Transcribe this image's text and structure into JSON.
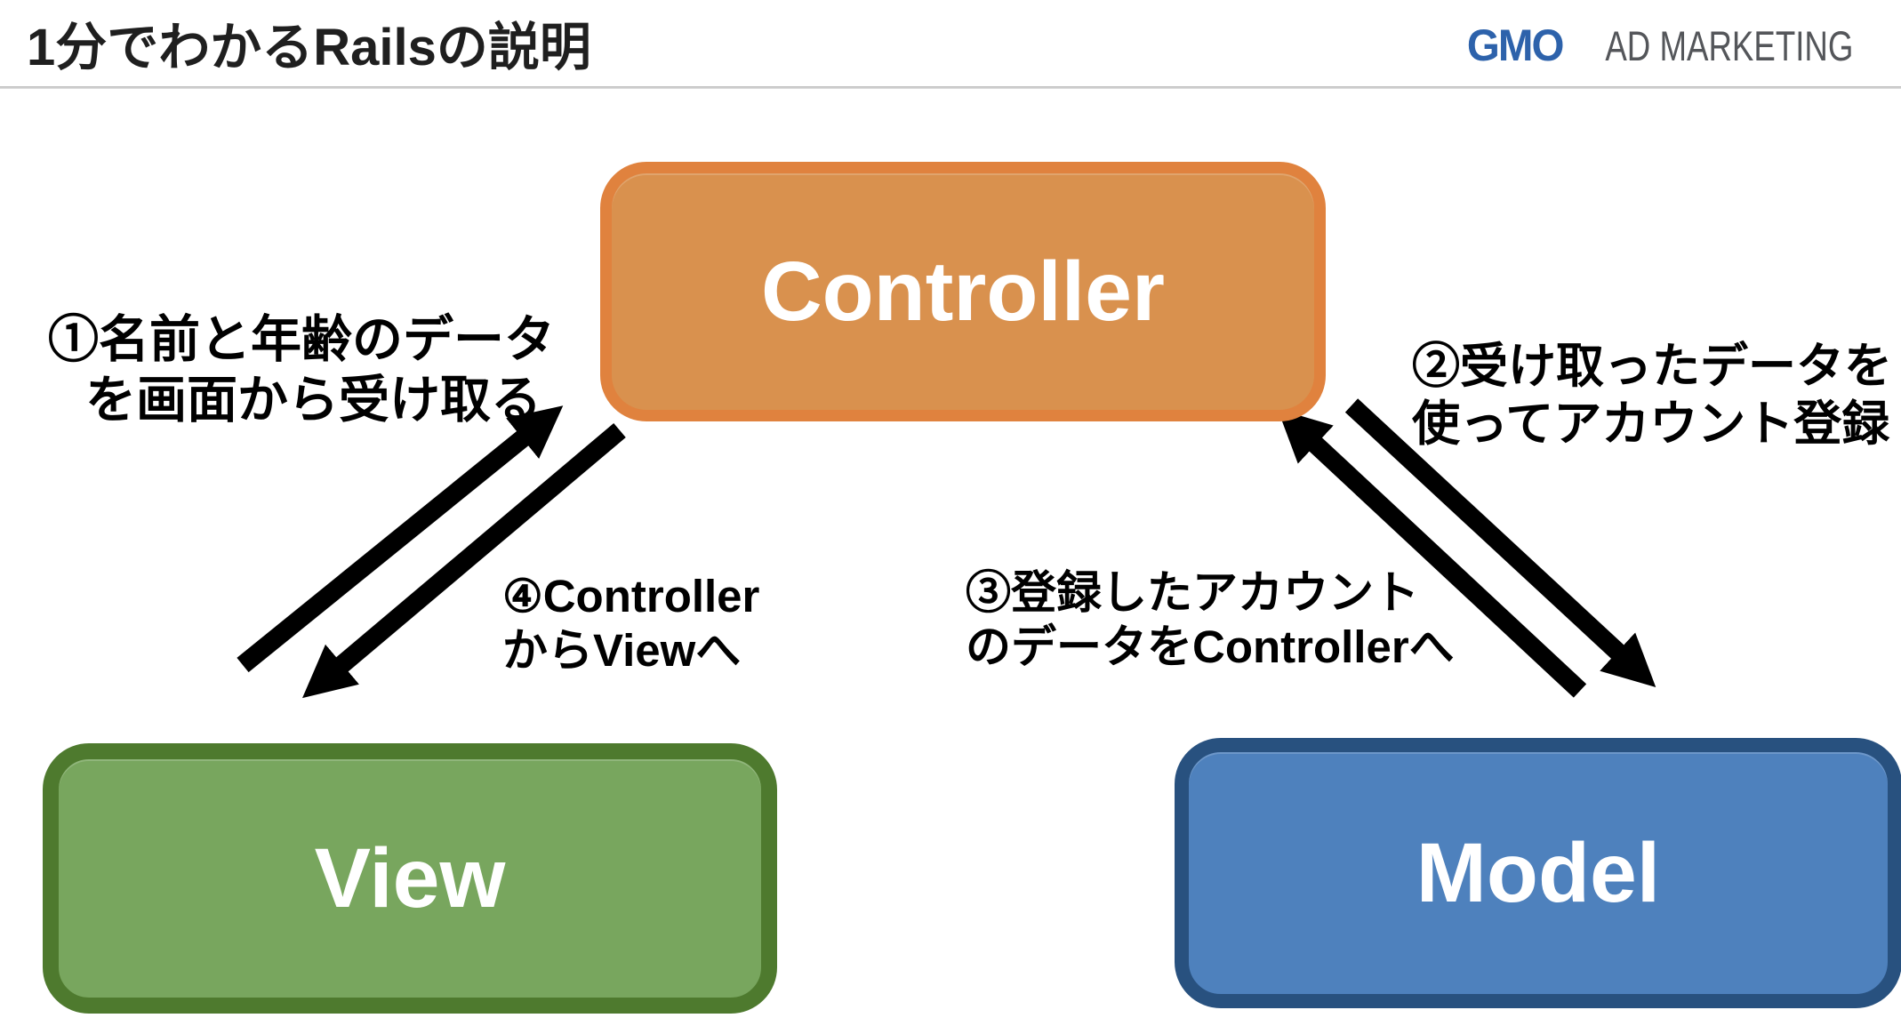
{
  "header": {
    "title": "1分でわかるRailsの説明",
    "logo": {
      "brand": "GMO",
      "brand_color": "#2D62AB",
      "suffix": "AD MARKETING",
      "suffix_color": "#54565A"
    }
  },
  "nodes": {
    "controller": {
      "label": "Controller",
      "fill": "#D9914E",
      "border": "#E0823E"
    },
    "view": {
      "label": "View",
      "fill": "#78A65E",
      "border": "#4E7A2E"
    },
    "model": {
      "label": "Model",
      "fill": "#4E81BD",
      "border": "#28517F"
    }
  },
  "annotations": {
    "step1": {
      "line1": "①名前と年齢のデータ",
      "line2": "を画面から受け取る"
    },
    "step2": {
      "line1": "②受け取ったデータを",
      "line2": "使ってアカウント登録"
    },
    "step3": {
      "line1": "③登録したアカウント",
      "line2": "のデータをControllerへ"
    },
    "step4": {
      "line1": "④Controller",
      "line2": "からViewへ"
    }
  },
  "arrows": {
    "color": "#000000"
  }
}
